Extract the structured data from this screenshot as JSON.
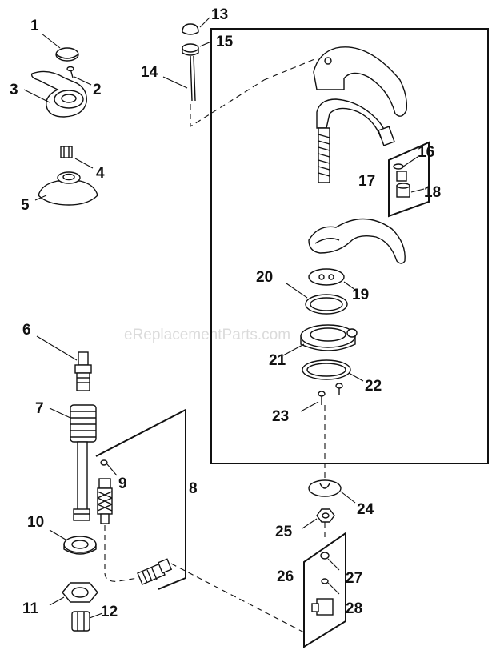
{
  "watermark": "eReplacementParts.com",
  "callouts": [
    {
      "id": "1",
      "label": "1"
    },
    {
      "id": "2",
      "label": "2"
    },
    {
      "id": "3",
      "label": "3"
    },
    {
      "id": "4",
      "label": "4"
    },
    {
      "id": "5",
      "label": "5"
    },
    {
      "id": "6",
      "label": "6"
    },
    {
      "id": "7",
      "label": "7"
    },
    {
      "id": "8",
      "label": "8"
    },
    {
      "id": "9",
      "label": "9"
    },
    {
      "id": "10",
      "label": "10"
    },
    {
      "id": "11",
      "label": "11"
    },
    {
      "id": "12",
      "label": "12"
    },
    {
      "id": "13",
      "label": "13"
    },
    {
      "id": "14",
      "label": "14"
    },
    {
      "id": "15",
      "label": "15"
    },
    {
      "id": "16",
      "label": "16"
    },
    {
      "id": "17",
      "label": "17"
    },
    {
      "id": "18",
      "label": "18"
    },
    {
      "id": "19",
      "label": "19"
    },
    {
      "id": "20",
      "label": "20"
    },
    {
      "id": "21",
      "label": "21"
    },
    {
      "id": "22",
      "label": "22"
    },
    {
      "id": "23",
      "label": "23"
    },
    {
      "id": "24",
      "label": "24"
    },
    {
      "id": "25",
      "label": "25"
    },
    {
      "id": "26",
      "label": "26"
    },
    {
      "id": "27",
      "label": "27"
    },
    {
      "id": "28",
      "label": "28"
    }
  ]
}
